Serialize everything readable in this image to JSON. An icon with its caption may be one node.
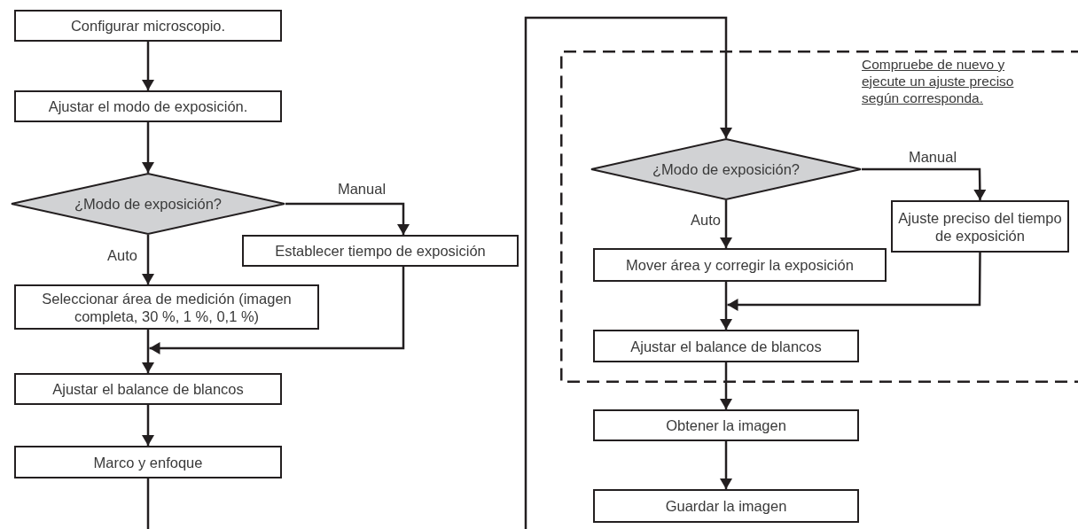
{
  "diagram": {
    "nodes": [
      {
        "text": [
          "Configurar microscopio."
        ]
      },
      {
        "text": [
          "Ajustar el modo de exposición."
        ]
      },
      {
        "text": [
          "¿Modo de exposición?"
        ]
      },
      {
        "text": [
          "Establecer tiempo de exposición"
        ]
      },
      {
        "text": [
          "Seleccionar área de medición (imagen completa, 30 %, 1 %, 0,1 %)"
        ]
      },
      {
        "text": [
          "Ajustar el balance de blancos"
        ]
      },
      {
        "text": [
          "Marco y enfoque"
        ]
      },
      {
        "text": [
          "Compruebe de nuevo y ejecute un ajuste preciso según corresponda."
        ]
      },
      {
        "text": [
          "¿Modo de exposición?"
        ],
        "in": 7
      },
      {
        "text": [
          "Ajuste preciso del tiempo de exposición"
        ],
        "in": 7
      },
      {
        "text": [
          "Mover área y corregir la exposición"
        ],
        "in": 7
      },
      {
        "text": [
          "Ajustar el balance de blancos"
        ],
        "in": 7
      },
      {
        "text": [
          "Obtener la imagen"
        ]
      },
      {
        "text": [
          "Guardar la imagen"
        ]
      }
    ],
    "edges": [
      {
        "from": 0,
        "to": 1,
        "arrow": "to"
      },
      {
        "from": 1,
        "to": 2,
        "arrow": "to"
      },
      {
        "from": 2,
        "to": 3,
        "arrow": "to",
        "label": "Manual"
      },
      {
        "from": 2,
        "to": 4,
        "arrow": "to",
        "label": "Auto"
      },
      {
        "from": 4,
        "to": 5,
        "arrow": "to"
      },
      {
        "from": 3,
        "to": 5,
        "arrow": "to"
      },
      {
        "from": 5,
        "to": 6,
        "arrow": "to"
      },
      {
        "from": 6,
        "to": null,
        "arrow": "none"
      },
      {
        "from": null,
        "to": 8,
        "arrow": "to"
      },
      {
        "from": 8,
        "to": 9,
        "arrow": "to",
        "label": "Manual"
      },
      {
        "from": 8,
        "to": 10,
        "arrow": "to",
        "label": "Auto"
      },
      {
        "from": 10,
        "to": 11,
        "arrow": "to"
      },
      {
        "from": 9,
        "to": 11,
        "arrow": "to"
      },
      {
        "from": 11,
        "to": 12,
        "arrow": "to"
      },
      {
        "from": 12,
        "to": 13,
        "arrow": "to"
      }
    ]
  }
}
